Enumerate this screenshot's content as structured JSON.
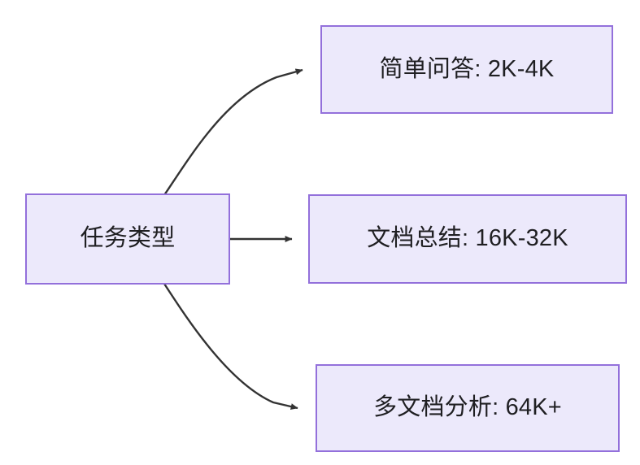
{
  "diagram": {
    "type": "flowchart",
    "direction": "left-to-right",
    "background_color": "#ffffff",
    "node_fill_color": "#ece9fb",
    "node_border_color": "#9370db",
    "node_text_color": "#1f1f22",
    "edge_color": "#333333",
    "root": {
      "id": "root",
      "label": "任务类型"
    },
    "branches": [
      {
        "id": "task-0",
        "label": "简单问答: 2K-4K",
        "task": "简单问答",
        "context_range": "2K-4K",
        "edge_style": "curved",
        "arrow": "arrow-head-icon"
      },
      {
        "id": "task-1",
        "label": "文档总结: 16K-32K",
        "task": "文档总结",
        "context_range": "16K-32K",
        "edge_style": "straight",
        "arrow": "arrow-head-icon"
      },
      {
        "id": "task-2",
        "label": "多文档分析: 64K+",
        "task": "多文档分析",
        "context_range": "64K+",
        "edge_style": "curved",
        "arrow": "arrow-head-icon"
      }
    ]
  }
}
